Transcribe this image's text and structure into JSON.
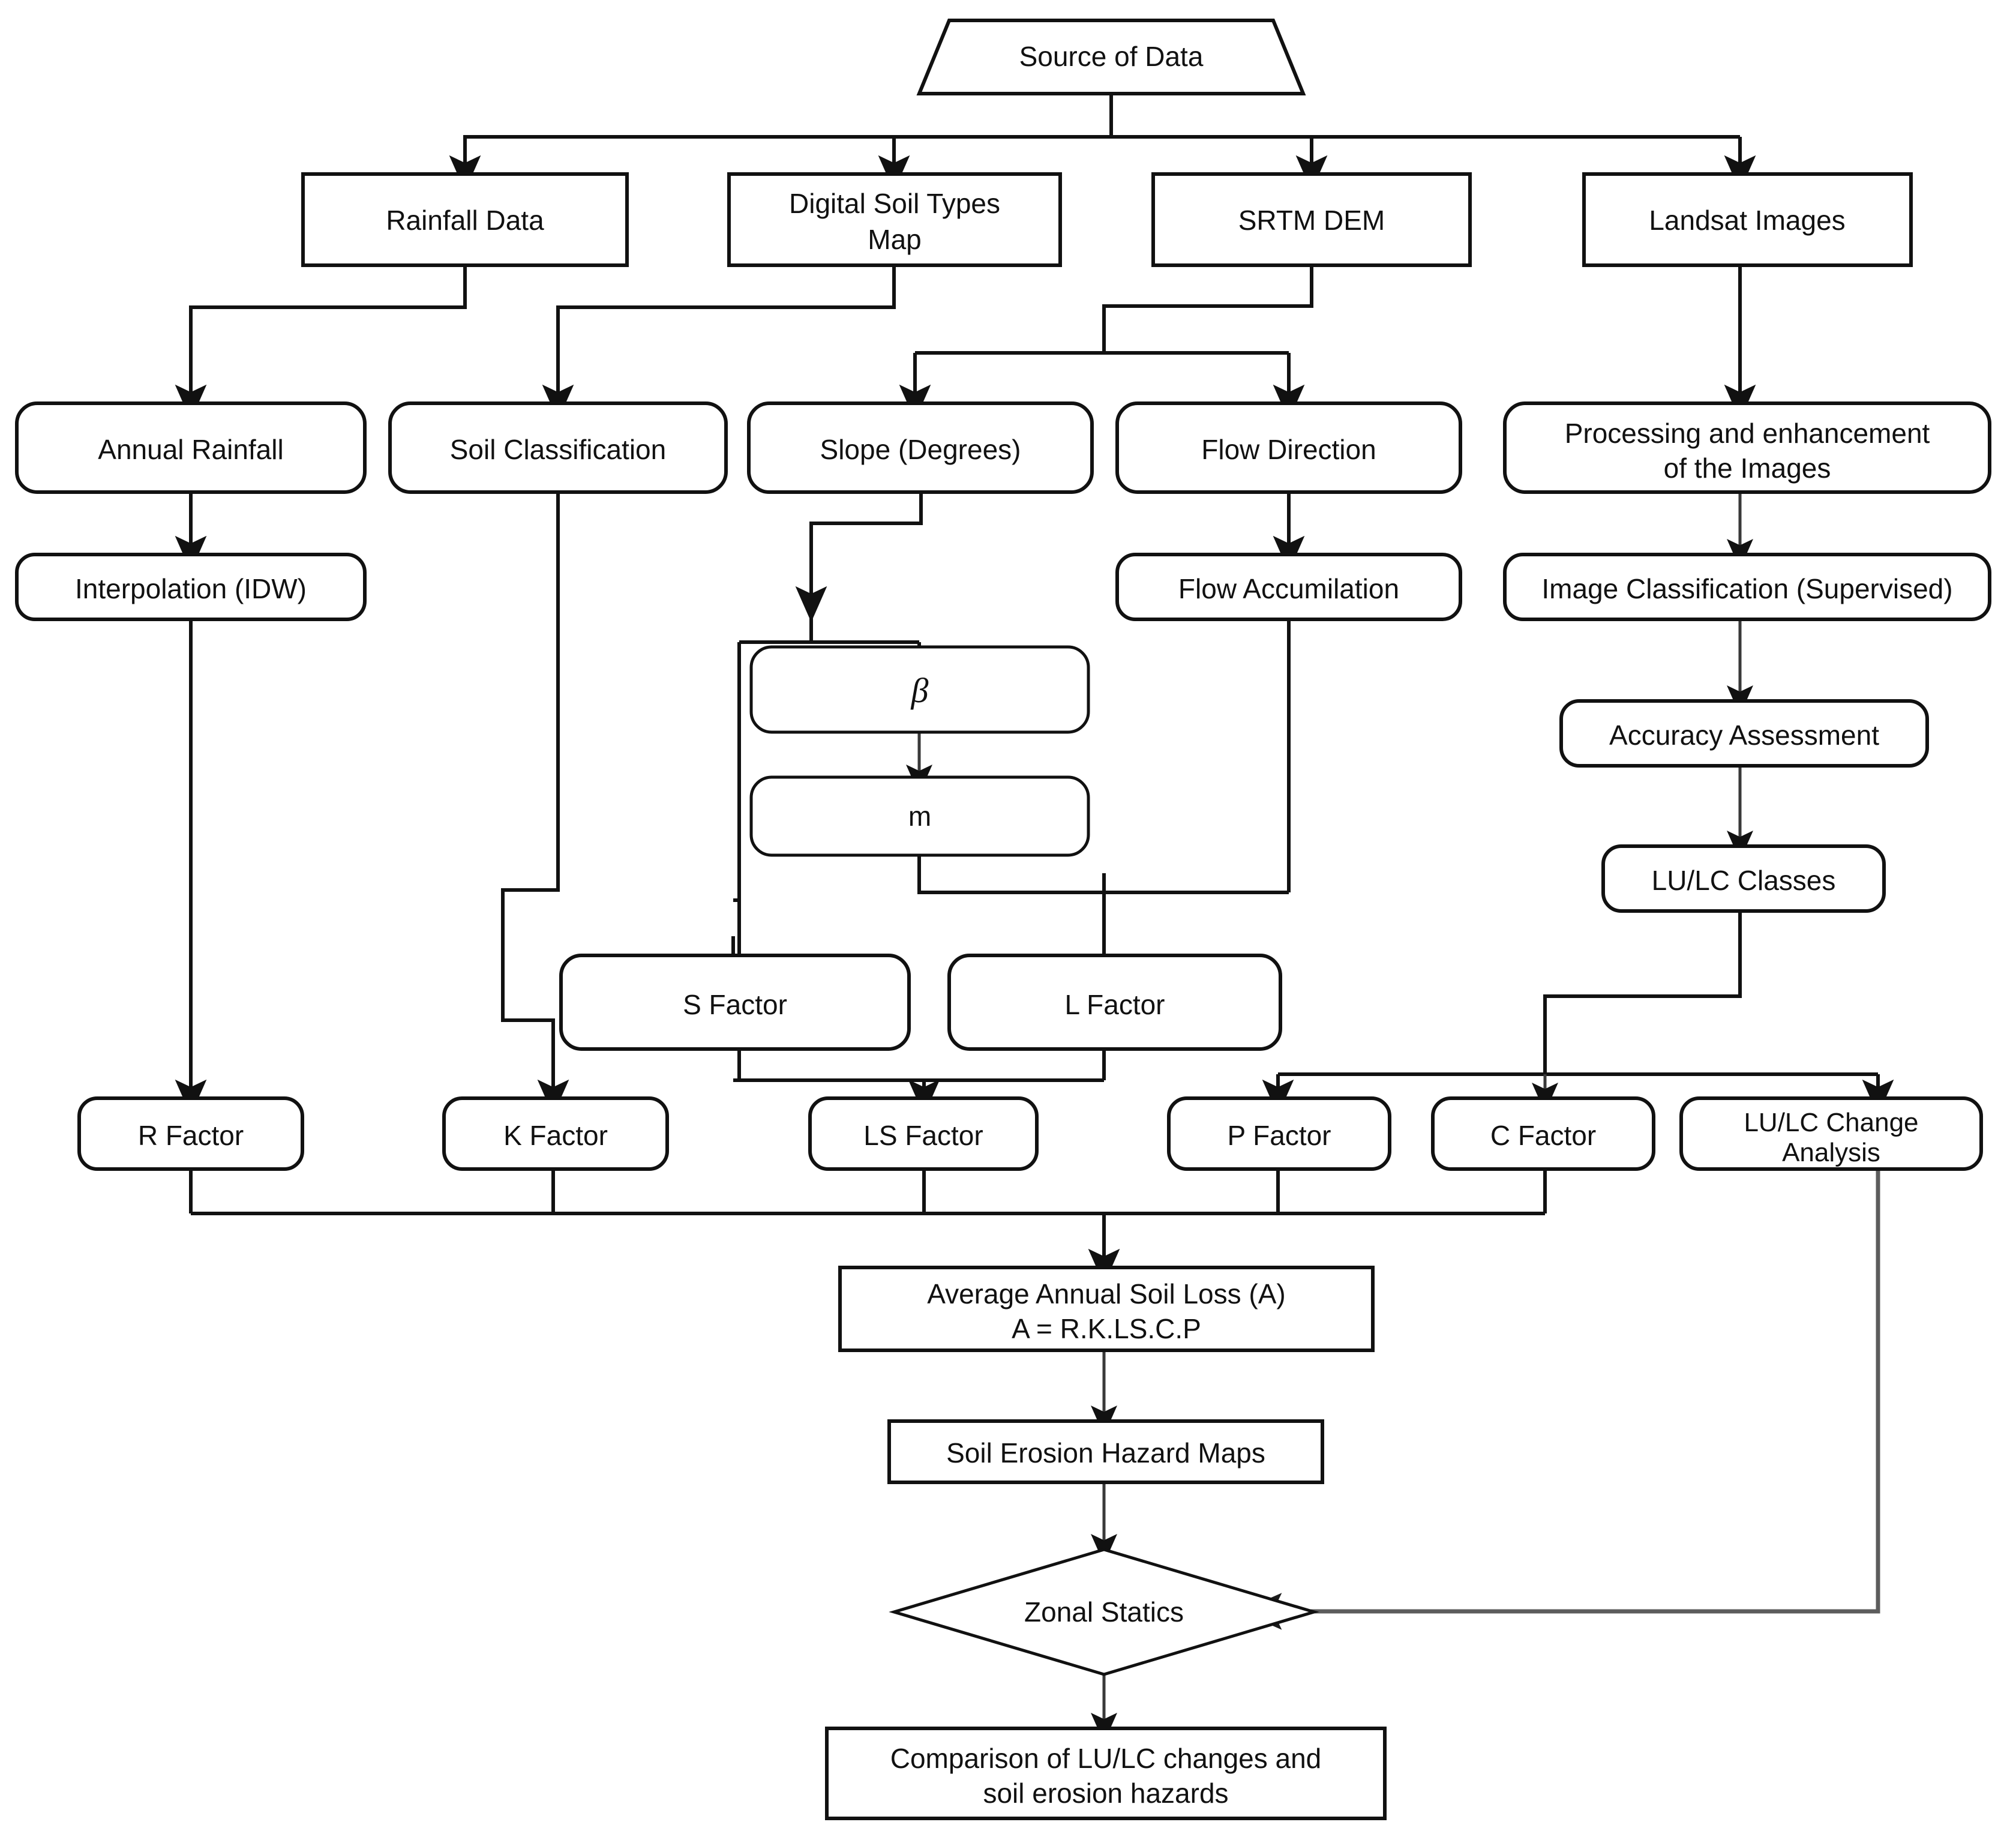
{
  "diagram": {
    "title": "Soil erosion hazard RUSLE methodology flowchart",
    "orientation": "top-down",
    "line_color": "#111111",
    "accent_line_color": "#5c5c5c",
    "box_fill": "#ffffff"
  },
  "nodes": {
    "source_of_data": "Source of Data",
    "rainfall_data": "Rainfall Data",
    "digital_soil_types_map_line1": "Digital Soil Types",
    "digital_soil_types_map_line2": "Map",
    "srtm_dem": "SRTM DEM",
    "landsat_images": "Landsat Images",
    "annual_rainfall": "Annual Rainfall",
    "soil_classification": "Soil Classification",
    "slope_degrees": "Slope (Degrees)",
    "flow_direction": "Flow Direction",
    "processing_line1": "Processing and enhancement",
    "processing_line2": "of the Images",
    "interpolation_idw": "Interpolation (IDW)",
    "flow_accumilation": "Flow Accumilation",
    "image_classification": "Image Classification (Supervised)",
    "beta": "β",
    "m": "m",
    "accuracy_assessment": "Accuracy Assessment",
    "lulc_classes": "LU/LC Classes",
    "s_factor": "S Factor",
    "l_factor": "L Factor",
    "r_factor": "R Factor",
    "k_factor": "K Factor",
    "ls_factor": "LS Factor",
    "p_factor": "P Factor",
    "c_factor": "C Factor",
    "lulc_change_line1": "LU/LC Change",
    "lulc_change_line2": "Analysis",
    "avg_soil_loss_line1": "Average Annual Soil Loss (A)",
    "avg_soil_loss_line2": "A = R.K.LS.C.P",
    "soil_erosion_hazard_maps": "Soil Erosion Hazard Maps",
    "zonal_statics": "Zonal Statics",
    "comparison_line1": "Comparison of LU/LC changes and",
    "comparison_line2": "soil erosion hazards"
  },
  "edges": [
    {
      "from": "source_of_data",
      "to": "rainfall_data"
    },
    {
      "from": "source_of_data",
      "to": "digital_soil_types_map"
    },
    {
      "from": "source_of_data",
      "to": "srtm_dem"
    },
    {
      "from": "source_of_data",
      "to": "landsat_images"
    },
    {
      "from": "rainfall_data",
      "to": "annual_rainfall"
    },
    {
      "from": "digital_soil_types_map",
      "to": "soil_classification"
    },
    {
      "from": "srtm_dem",
      "to": "slope_degrees"
    },
    {
      "from": "srtm_dem",
      "to": "flow_direction"
    },
    {
      "from": "landsat_images",
      "to": "processing_of_images"
    },
    {
      "from": "annual_rainfall",
      "to": "interpolation_idw"
    },
    {
      "from": "interpolation_idw",
      "to": "r_factor"
    },
    {
      "from": "soil_classification",
      "to": "k_factor"
    },
    {
      "from": "slope_degrees",
      "to": "beta"
    },
    {
      "from": "slope_degrees",
      "to": "s_factor"
    },
    {
      "from": "beta",
      "to": "m"
    },
    {
      "from": "m",
      "to": "l_factor"
    },
    {
      "from": "flow_direction",
      "to": "flow_accumilation"
    },
    {
      "from": "flow_accumilation",
      "to": "l_factor"
    },
    {
      "from": "s_factor",
      "to": "ls_factor"
    },
    {
      "from": "l_factor",
      "to": "ls_factor"
    },
    {
      "from": "processing_of_images",
      "to": "image_classification"
    },
    {
      "from": "image_classification",
      "to": "accuracy_assessment"
    },
    {
      "from": "accuracy_assessment",
      "to": "lulc_classes"
    },
    {
      "from": "lulc_classes",
      "to": "p_factor"
    },
    {
      "from": "lulc_classes",
      "to": "c_factor"
    },
    {
      "from": "lulc_classes",
      "to": "lulc_change_analysis"
    },
    {
      "from": "r_factor",
      "to": "avg_soil_loss"
    },
    {
      "from": "k_factor",
      "to": "avg_soil_loss"
    },
    {
      "from": "ls_factor",
      "to": "avg_soil_loss"
    },
    {
      "from": "p_factor",
      "to": "avg_soil_loss"
    },
    {
      "from": "c_factor",
      "to": "avg_soil_loss"
    },
    {
      "from": "avg_soil_loss",
      "to": "soil_erosion_hazard_maps"
    },
    {
      "from": "soil_erosion_hazard_maps",
      "to": "zonal_statics"
    },
    {
      "from": "lulc_change_analysis",
      "to": "zonal_statics"
    },
    {
      "from": "zonal_statics",
      "to": "comparison"
    }
  ]
}
